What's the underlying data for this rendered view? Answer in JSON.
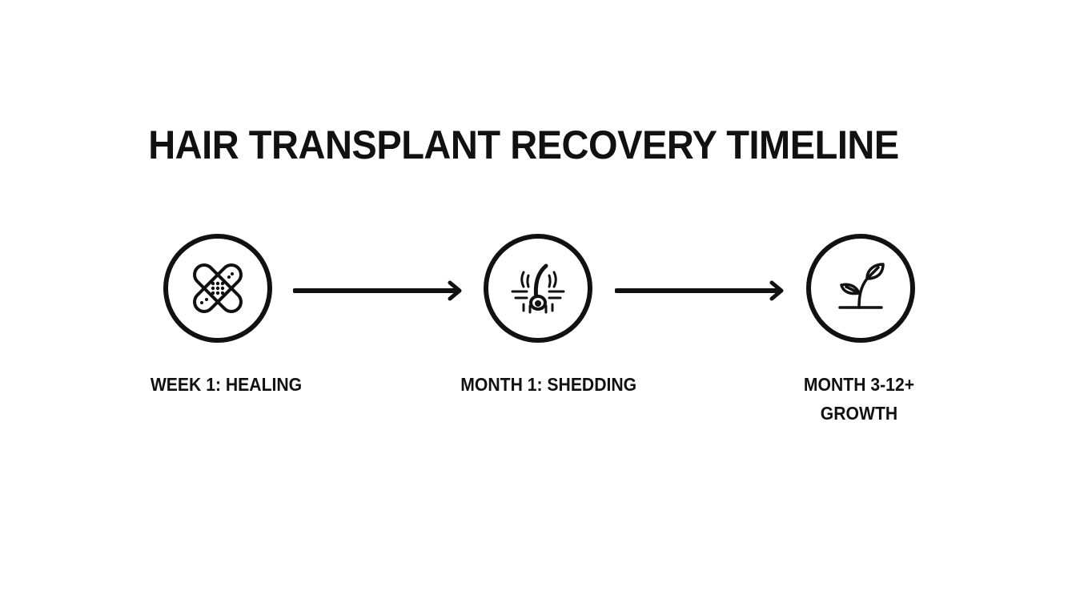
{
  "title": "HAIR TRANSPLANT RECOVERY TIMELINE",
  "stages": [
    {
      "label": "WEEK 1: HEALING",
      "icon": "bandage-icon"
    },
    {
      "label": "MONTH 1: SHEDDING",
      "icon": "hair-follicle-icon"
    },
    {
      "label_line1": "MONTH 3-12+",
      "label_line2": "GROWTH",
      "icon": "sprout-icon"
    }
  ],
  "colors": {
    "ink": "#111111",
    "background": "#ffffff"
  }
}
